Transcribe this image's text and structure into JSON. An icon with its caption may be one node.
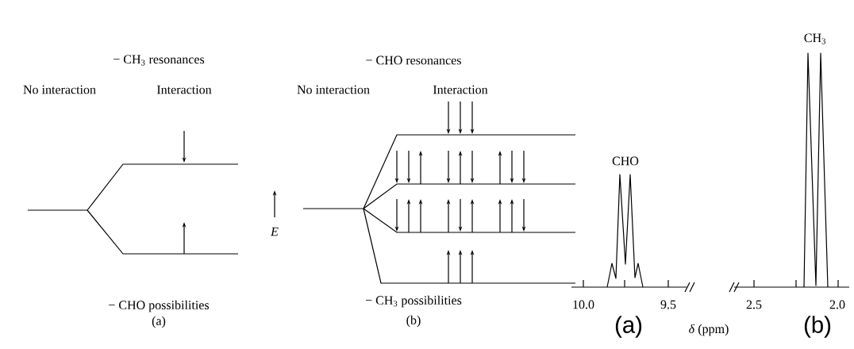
{
  "diagram": {
    "labels": [
      "− CH$_{3}$ resonances",
      "No interaction",
      "Interaction",
      "− CHO possibilities",
      "(a)",
      "E",
      "− CHO resonances",
      "No interaction",
      "Interaction",
      "− CH$_{3}$ possibilities",
      "(b)",
      "CHO",
      "CH$_{3}$",
      "10.0",
      "9.5",
      "2.5",
      "2.0",
      "(a)",
      "*δ* (ppm)",
      "(b)"
    ]
  }
}
